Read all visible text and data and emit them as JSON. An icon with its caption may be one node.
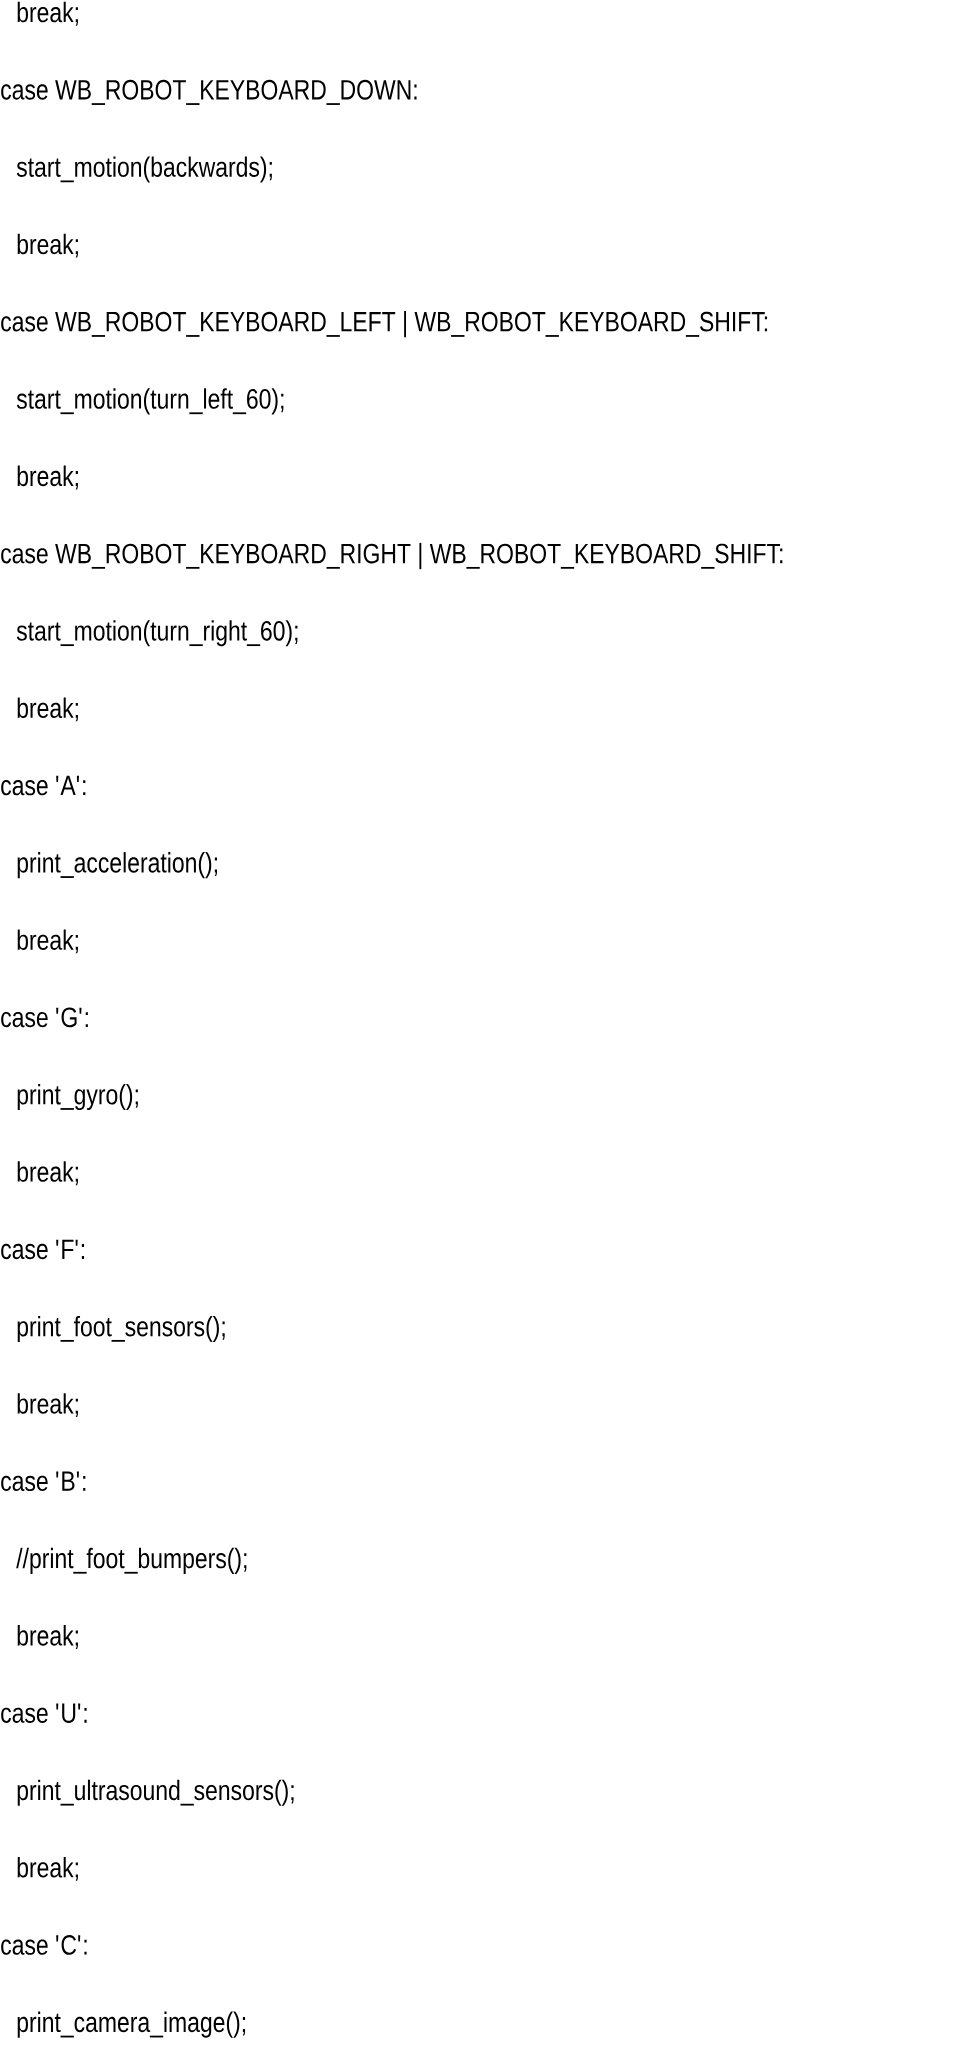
{
  "diagram": {
    "labels": [
      "break;",
      "case WB_ROBOT_KEYBOARD_DOWN:",
      "start_motion(backwards);",
      "break;",
      "case WB_ROBOT_KEYBOARD_LEFT | WB_ROBOT_KEYBOARD_SHIFT:",
      "start_motion(turn_left_60);",
      "break;",
      "case WB_ROBOT_KEYBOARD_RIGHT | WB_ROBOT_KEYBOARD_SHIFT:",
      "start_motion(turn_right_60);",
      "break;",
      "case 'A':",
      "print_acceleration();",
      "break;",
      "case 'G':",
      "print_gyro();",
      "break;",
      "case 'F':",
      "print_foot_sensors();",
      "break;",
      "case 'B':",
      "//print_foot_bumpers();",
      "break;",
      "case 'U':",
      "print_ultrasound_sensors();",
      "break;",
      "case 'C':",
      "print_camera_image();"
    ]
  }
}
